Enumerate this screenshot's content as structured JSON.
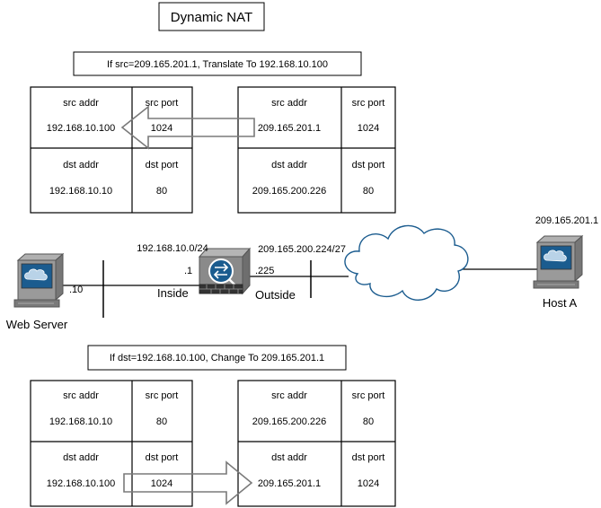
{
  "title": "Dynamic NAT",
  "top_rule": "If src=209.165.201.1, Translate To 192.168.10.100",
  "bottom_rule": "If dst=192.168.10.100, Change To 209.165.201.1",
  "headers": {
    "src_addr": "src addr",
    "src_port": "src port",
    "dst_addr": "dst addr",
    "dst_port": "dst port"
  },
  "top_left_packet": {
    "src_addr": "192.168.10.100",
    "src_port": "1024",
    "dst_addr": "192.168.10.10",
    "dst_port": "80"
  },
  "top_right_packet": {
    "src_addr": "209.165.201.1",
    "src_port": "1024",
    "dst_addr": "209.165.200.226",
    "dst_port": "80"
  },
  "bottom_left_packet": {
    "src_addr": "192.168.10.10",
    "src_port": "80",
    "dst_addr": "192.168.10.100",
    "dst_port": "1024"
  },
  "bottom_right_packet": {
    "src_addr": "209.165.200.226",
    "src_port": "80",
    "dst_addr": "209.165.201.1",
    "dst_port": "1024"
  },
  "network": {
    "inside_subnet": "192.168.10.0/24",
    "outside_subnet": "209.165.200.224/27",
    "inside_if_ip": ".1",
    "outside_if_ip": ".225",
    "web_server_ip": ".10",
    "inside_label": "Inside",
    "outside_label": "Outside",
    "web_server_label": "Web Server",
    "host_a_label": "Host A",
    "host_a_ip": "209.165.201.1"
  },
  "colors": {
    "screen_blue": "#1b5c8f",
    "screen_light": "#b9d3e8",
    "device_gray": "#8a8a8a",
    "arrow_gray": "#7a7a7a"
  }
}
